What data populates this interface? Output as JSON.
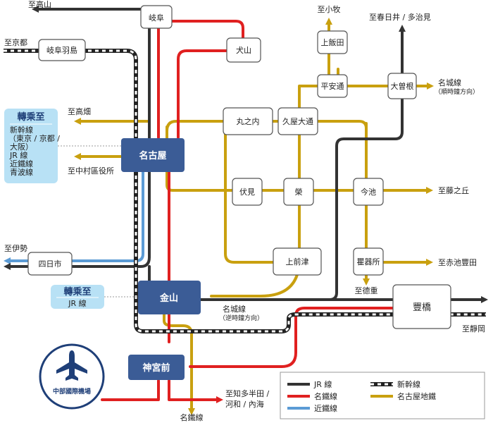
{
  "colors": {
    "jr": "#333333",
    "meitetsu": "#e02020",
    "kintetsu": "#5b9bd5",
    "subway": "#c9a00f",
    "shinkansen": "#222222",
    "hub": "#3b5c96",
    "transfer_bg": "#b8e1f5",
    "airport": "#1f3f78"
  },
  "stations": {
    "gifu": "岐阜",
    "inuyama": "犬山",
    "gifu_hashima": "岐阜羽島",
    "kamiiida": "上飯田",
    "heian_dori": "平安通",
    "ozone": "大曽根",
    "marunouchi": "丸之内",
    "hisaya_odori": "久屋大通",
    "nagoya": "名古屋",
    "fushimi": "伏見",
    "sakae": "榮",
    "imaike": "今池",
    "yokkaichi": "四日市",
    "kamimaezu": "上前津",
    "gokiso": "瞿器所",
    "kanayama": "金山",
    "toyohashi": "豐橋",
    "jingu_mae": "神宮前",
    "airport": "中部國際機場"
  },
  "destinations": {
    "takayama": "至高山",
    "kyoto": "至京都",
    "komaki": "至小牧",
    "kasugai": "至春日井 / 多治見",
    "takabata": "至高畑",
    "nakamura": "至中村區役所",
    "fujigaoka": "至藤之丘",
    "ise": "至伊勢",
    "akaike": "至赤池豐田",
    "tokushige": "至德重",
    "shizuoka": "至靜岡",
    "chita_1": "至知多半田 /",
    "chita_2": "河和 / 內海",
    "meitetsu_line": "名鐵線"
  },
  "meijo": {
    "cw_1": "名城線",
    "cw_2": "（順時鐘方向）",
    "ccw_1": "名城線",
    "ccw_2": "（逆時鐘方向）"
  },
  "transfer_nagoya": {
    "title": "轉乘至",
    "lines": [
      "新幹線",
      "（東京 / 京都 /",
      "大阪）",
      "JR 線",
      "近鐵線",
      "青波線"
    ]
  },
  "transfer_kanayama": {
    "title": "轉乘至",
    "line": "JR 線"
  },
  "legend": {
    "jr": "JR 線",
    "meitetsu": "名鐵線",
    "kintetsu": "近鐵線",
    "shinkansen": "新幹線",
    "subway": "名古屋地鐵"
  }
}
